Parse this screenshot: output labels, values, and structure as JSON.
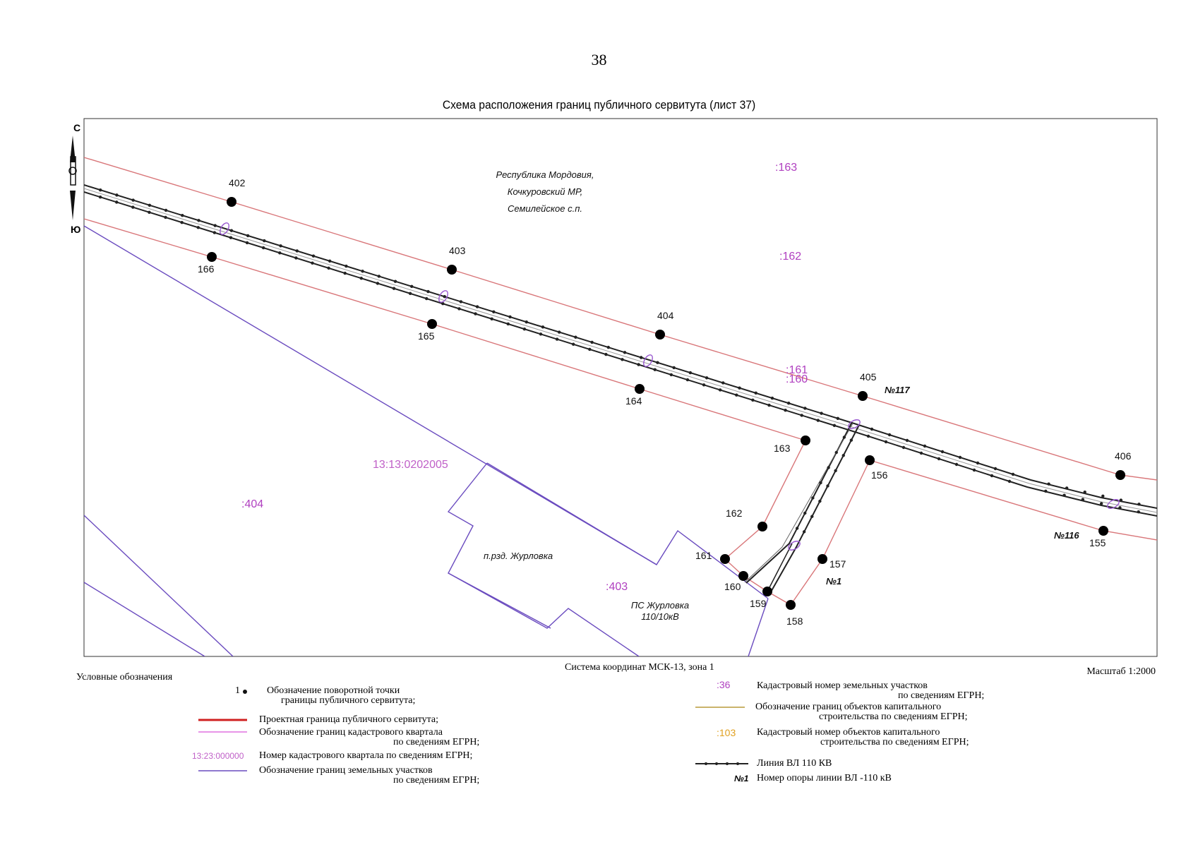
{
  "page_number": "38",
  "title": "Схема расположения границ публичного сервитута (лист 37)",
  "compass": {
    "north": "С",
    "south": "Ю"
  },
  "region_label": [
    "Республика Мордовия,",
    "Кочкуровский МР,",
    "Семилейское с.п."
  ],
  "quarter_number": "13:13:0202005",
  "settlement_label": "п.рзд. Журловка",
  "substation_label": [
    "ПС Журловка",
    "110/10кВ"
  ],
  "parcel_numbers": [
    ":163",
    ":162",
    ":161",
    ":160",
    ":404",
    ":403"
  ],
  "support_labels": [
    "№117",
    "№116",
    "№1"
  ],
  "points": [
    {
      "id": "402"
    },
    {
      "id": "403"
    },
    {
      "id": "404"
    },
    {
      "id": "405"
    },
    {
      "id": "406"
    },
    {
      "id": "166"
    },
    {
      "id": "165"
    },
    {
      "id": "164"
    },
    {
      "id": "163"
    },
    {
      "id": "156"
    },
    {
      "id": "155"
    },
    {
      "id": "162"
    },
    {
      "id": "161"
    },
    {
      "id": "160"
    },
    {
      "id": "159"
    },
    {
      "id": "158"
    },
    {
      "id": "157"
    }
  ],
  "coord_system": "Система координат МСК-13, зона 1",
  "scale": "Масштаб 1:2000",
  "legend": {
    "title": "Условные обозначения",
    "items_left": [
      {
        "symbol": "1",
        "text1": "Обозначение поворотной точки",
        "text2": "границы публичного сервитута;"
      },
      {
        "text1": "Проектная граница публичного сервитута;"
      },
      {
        "text1": "Обозначение границ кадастрового квартала",
        "text2": "по сведениям ЕГРН;"
      },
      {
        "symbol": "13:23:000000",
        "text1": "Номер кадастрового квартала по сведениям ЕГРН;"
      },
      {
        "text1": "Обозначение границ земельных участков",
        "text2": "по сведениям ЕГРН;"
      }
    ],
    "items_right": [
      {
        "symbol": ":36",
        "text1": "Кадастровый номер земельных участков",
        "text2": "по сведениям ЕГРН;"
      },
      {
        "text1": "Обозначение границ объектов капитального",
        "text2": "строительства по сведениям ЕГРН;"
      },
      {
        "symbol": ":103",
        "text1": "Кадастровый номер объектов капитального",
        "text2": "строительства по сведениям ЕГРН;"
      },
      {
        "text1": "Линия ВЛ 110 КВ"
      },
      {
        "symbol": "№1",
        "text1": "Номер опоры линии ВЛ -110 кВ"
      }
    ]
  },
  "colors": {
    "servitude_boundary": "#d9777a",
    "parcel_boundary": "#6a4bbf",
    "line_vl": "#222222",
    "parcel_number": "#b040c0",
    "oks_number": "#e0a020",
    "oks_boundary": "#b89a3a"
  }
}
